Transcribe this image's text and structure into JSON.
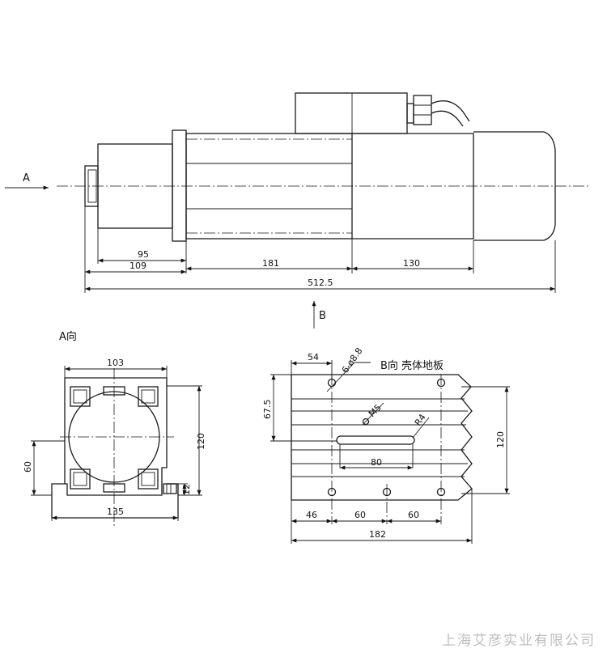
{
  "labels": {
    "view_a_arrow": "A",
    "view_b_arrow": "B",
    "view_a_title": "A向",
    "view_b_title": "B向  壳体地板",
    "watermark": "上海艾彦实业有限公司"
  },
  "side_view_dims": {
    "d95": "95",
    "d109": "109",
    "d181": "181",
    "d130": "130",
    "d512_5": "512.5"
  },
  "view_a_dims": {
    "d103": "103",
    "d120": "120",
    "d60": "60",
    "d12": "12",
    "d135": "135"
  },
  "view_b_dims": {
    "d54": "54",
    "holes": "6-ø8.8",
    "d67_5": "67.5",
    "m5": "M5",
    "r4": "R4",
    "d80": "80",
    "d120": "120",
    "d46": "46",
    "d60a": "60",
    "d60b": "60",
    "d182": "182"
  }
}
